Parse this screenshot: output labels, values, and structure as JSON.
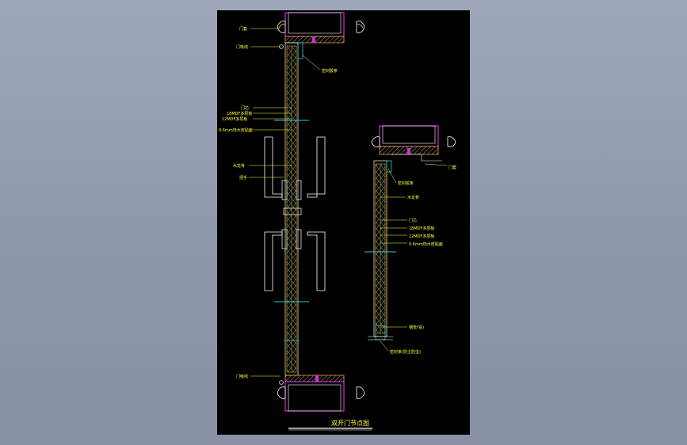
{
  "drawing": {
    "title": "双开门节点图",
    "colors": {
      "background": "#000000",
      "viewport": "#9aa2b6",
      "annotation": "#ffff33",
      "wall": "#ff33ff",
      "frame": "#ff9933",
      "glass": "#33cccc",
      "outline": "#ffffff"
    },
    "left_section": {
      "labels": {
        "door_head": "门套",
        "door_stop_top": "门吸线",
        "sealing_strip": "密封胶条",
        "door_leaf": "门芯",
        "mdf_board": "18MDF多层板",
        "board_12": "12MDF多层板",
        "veneer": "0.6mm饰木皮贴面",
        "wood_keel": "木龙骨",
        "handle": "把手",
        "door_stop_bottom": "门吸线"
      }
    },
    "right_section": {
      "labels": {
        "door_head": "门套",
        "sealing_strip": "密封胶条",
        "wood_keel": "木龙骨",
        "door_leaf": "门芯",
        "mdf_board": "18MDF多层板",
        "board_12": "12MDF多层板",
        "veneer": "0.6mm饰木皮贴面",
        "steel_pipe": "钢管(铝)",
        "bottom_seal": "密封条(防尘防虫)"
      }
    }
  }
}
